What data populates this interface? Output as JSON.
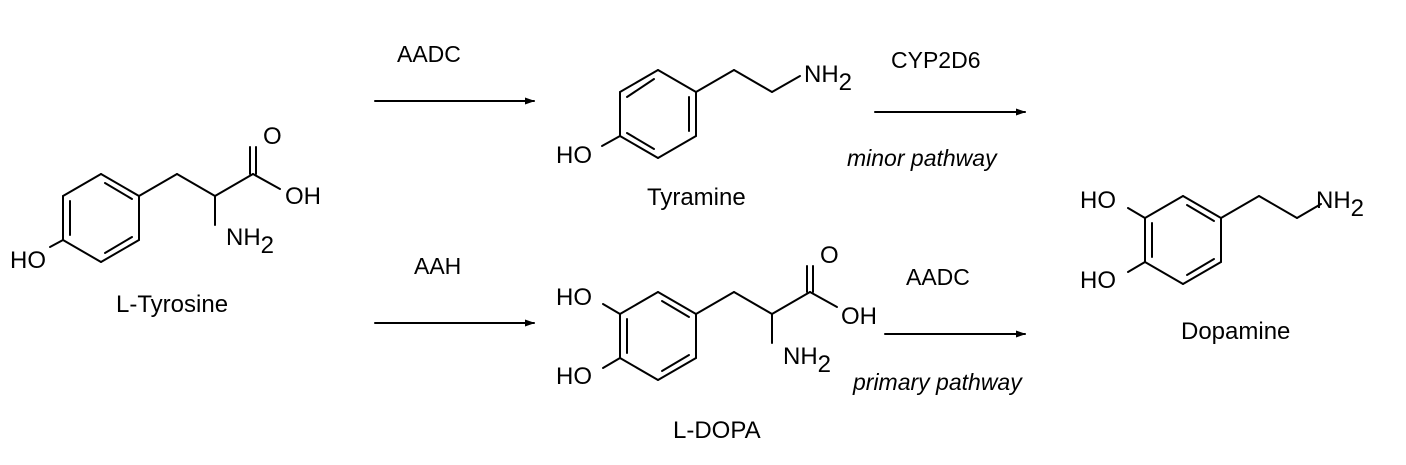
{
  "compounds": {
    "tyrosine": {
      "name": "L-Tyrosine",
      "ho": "HO",
      "oh": "OH",
      "o": "O",
      "nh": "NH",
      "nh_sub": "2"
    },
    "tyramine": {
      "name": "Tyramine",
      "ho": "HO",
      "nh": "NH",
      "nh_sub": "2"
    },
    "ldopa": {
      "name": "L-DOPA",
      "ho1": "HO",
      "ho2": "HO",
      "oh": "OH",
      "o": "O",
      "nh": "NH",
      "nh_sub": "2"
    },
    "dopamine": {
      "name": "Dopamine",
      "ho1": "HO",
      "ho2": "HO",
      "nh": "NH",
      "nh_sub": "2"
    }
  },
  "arrows": [
    {
      "enzyme": "AADC",
      "note": ""
    },
    {
      "enzyme": "CYP2D6",
      "note": "minor pathway"
    },
    {
      "enzyme": "AAH",
      "note": ""
    },
    {
      "enzyme": "AADC",
      "note": "primary pathway"
    }
  ],
  "colors": {
    "ink": "#000000",
    "background": "#ffffff"
  }
}
